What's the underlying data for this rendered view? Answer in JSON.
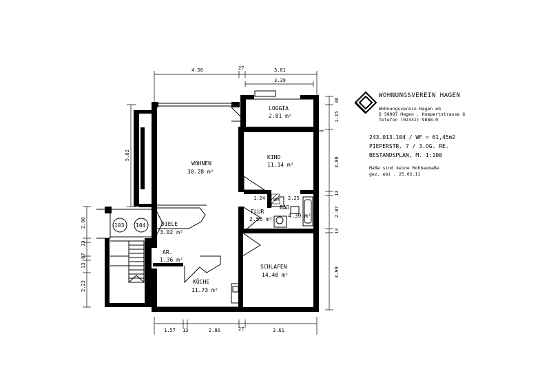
{
  "company": {
    "name": "WOHNUNGSVEREIN HAGEN",
    "line1": "Wohnungsverein Hagen eG",
    "line2": "D 58097 Hagen . Humpertstrasse 6",
    "line3": "Telefon (02331) 9888-0"
  },
  "plan_info": {
    "ref": "243.013.104 / WF = 61,45m2",
    "address": "PIEPERSTR. 7 / 3.OG. RE.",
    "scale": "BESTANDSPLAN, M. 1:100"
  },
  "notes": {
    "line1": "Maße sind keine Rohbaumaße",
    "line2": "gez. ebi . 25.02.11"
  },
  "rooms": {
    "loggia": {
      "name": "LOGGIA",
      "area": "2.81 m²"
    },
    "wohnen": {
      "name": "WOHNEN",
      "area": "30.28 m²"
    },
    "kind": {
      "name": "KIND",
      "area": "11.14 m²"
    },
    "diele": {
      "name": "DIELE",
      "area": "3.02 m²"
    },
    "flur": {
      "name": "FLUR",
      "area": "2.56 m²"
    },
    "bad": {
      "name": "BAD",
      "area": "4.39 m²"
    },
    "ar": {
      "name": "AR.",
      "area": "1.36 m²"
    },
    "kuche": {
      "name": "KÜCHE",
      "area": "11.73 m²"
    },
    "schlafen": {
      "name": "SCHLAFEN",
      "area": "14.40 m²"
    }
  },
  "units": {
    "u103": "103",
    "u104": "104"
  },
  "fixtures": {
    "wm": "WM"
  },
  "dims": {
    "top_4_56": "4.56",
    "top_27": "27",
    "top_3_61": "3.61",
    "top_3_39": "3.39",
    "bottom_1_57": "1.57",
    "bottom_13": "13",
    "bottom_2_86": "2.86",
    "bottom_27": "27",
    "bottom_3_61": "3.61",
    "left_5_02": "5.02",
    "left_2_00": "2.00",
    "left_13a": "13",
    "left_13b": "13",
    "left_87": "87",
    "left_2_23": "2.23",
    "right_36": "36",
    "right_1_15": "1.15",
    "right_3_08": "3.08",
    "right_13a": "13",
    "right_2_07": "2.07",
    "right_13b": "13",
    "right_3_99": "3.99",
    "inner_1_24": "1.24",
    "inner_2_25": "2.25"
  }
}
